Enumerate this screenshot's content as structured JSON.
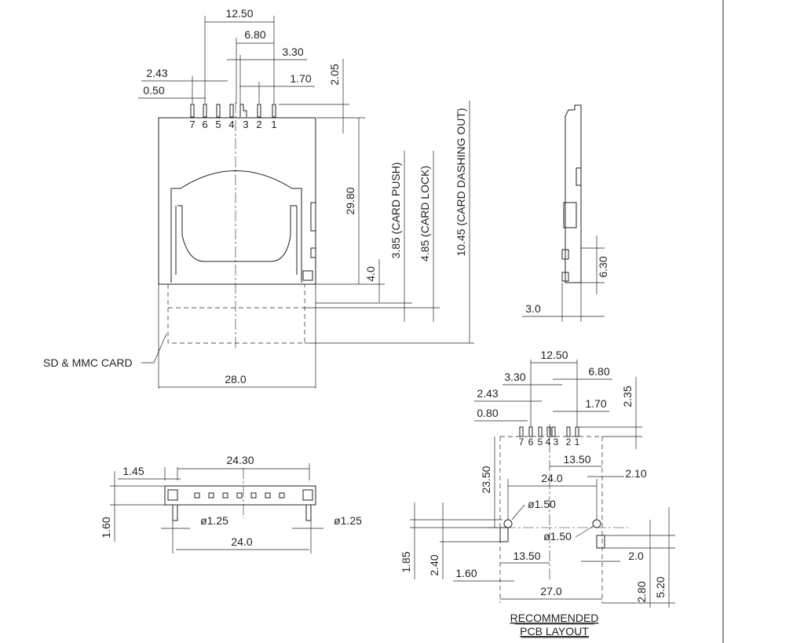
{
  "top_view": {
    "pin_numbers": [
      "7",
      "6",
      "5",
      "4",
      "3",
      "2",
      "1"
    ],
    "dims": {
      "d_12_50": "12.50",
      "d_6_80": "6.80",
      "d_3_30": "3.30",
      "d_2_43": "2.43",
      "d_1_70": "1.70",
      "d_0_50": "0.50",
      "d_2_05": "2.05",
      "d_29_80": "29.80",
      "d_4_0": "4.0",
      "d_card_push": "3.85 (CARD PUSH)",
      "d_card_lock": "4.85 (CARD LOCK)",
      "d_card_out": "10.45 (CARD DASHING OUT)",
      "d_28_0": "28.0"
    },
    "card_label": "SD & MMC CARD"
  },
  "side_view": {
    "dims": {
      "d_3_0": "3.0",
      "d_6_30": "6.30"
    }
  },
  "front_view": {
    "dims": {
      "d_24_30": "24.30",
      "d_1_45": "1.45",
      "d_1_60": "1.60",
      "d_dia_left": "ø1.25",
      "d_dia_right": "ø1.25",
      "d_24_0": "24.0"
    }
  },
  "pcb_layout": {
    "pin_numbers": [
      "7",
      "6",
      "5",
      "4",
      "3",
      "2",
      "1"
    ],
    "dims": {
      "d_12_50": "12.50",
      "d_6_80": "6.80",
      "d_3_30": "3.30",
      "d_2_43": "2.43",
      "d_1_70": "1.70",
      "d_0_80": "0.80",
      "d_2_35": "2.35",
      "d_23_50": "23.50",
      "d_13_50_top": "13.50",
      "d_24_0": "24.0",
      "d_2_10": "2.10",
      "d_dia_1": "ø1.50",
      "d_dia_2": "ø1.50",
      "d_1_85": "1.85",
      "d_2_40": "2.40",
      "d_13_50_bot": "13.50",
      "d_2_0": "2.0",
      "d_1_60": "1.60",
      "d_27_0": "27.0",
      "d_2_80": "2.80",
      "d_5_20": "5.20"
    },
    "title_line1": "RECOMMENDED",
    "title_line2": "PCB LAYOUT"
  }
}
